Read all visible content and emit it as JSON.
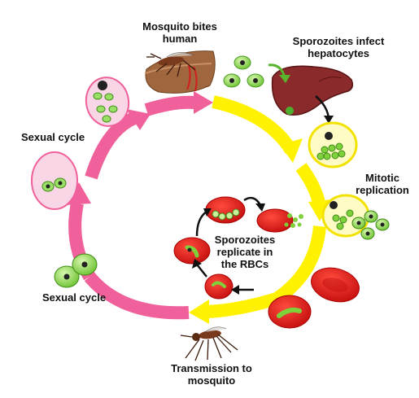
{
  "labels": {
    "mosquito_bites": "Mosquito bites\nhuman",
    "sporozoites_infect": "Sporozoites infect\nhepatocytes",
    "mitotic": "Mitotic\nreplication",
    "replicate_rbc": "Sporozoites\nreplicate in\nthe RBCs",
    "transmission": "Transmission to\nmosquito",
    "sexual_cycle_left": "Sexual cycle",
    "sexual_cycle_bottom": "Sexual cycle"
  },
  "colors": {
    "pink_arrow": "#f0609a",
    "yellow_arrow": "#fff200",
    "rbc_red": "#e31b1b",
    "parasite_green": "#7fd13b",
    "liver_brown": "#8b2a2a",
    "pink_cell": "#f9d6e6",
    "hepatocyte_yellow": "#fffbc4"
  }
}
